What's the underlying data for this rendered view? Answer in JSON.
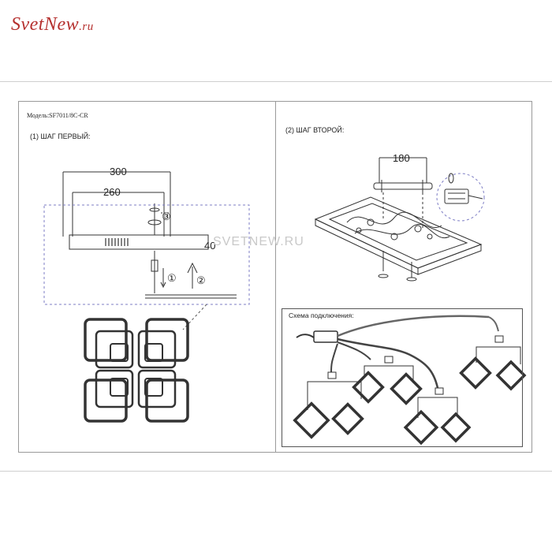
{
  "logo": {
    "main": "SvetNew",
    "suffix": ".ru"
  },
  "header": {
    "model": "Модель:SF7011/8C-CR"
  },
  "steps": [
    {
      "label": "(1)   ШАГ ПЕРВЫЙ:"
    },
    {
      "label": "(2)   ШАГ ВТОРОЙ:"
    }
  ],
  "dimensions": {
    "outer": "300",
    "inner": "260",
    "height": "40",
    "mount": "180"
  },
  "markers": {
    "m1": "①",
    "m2": "②",
    "m3": "③"
  },
  "scheme": {
    "title": "Схема подключения:"
  },
  "watermark": "SVETNEW.RU"
}
